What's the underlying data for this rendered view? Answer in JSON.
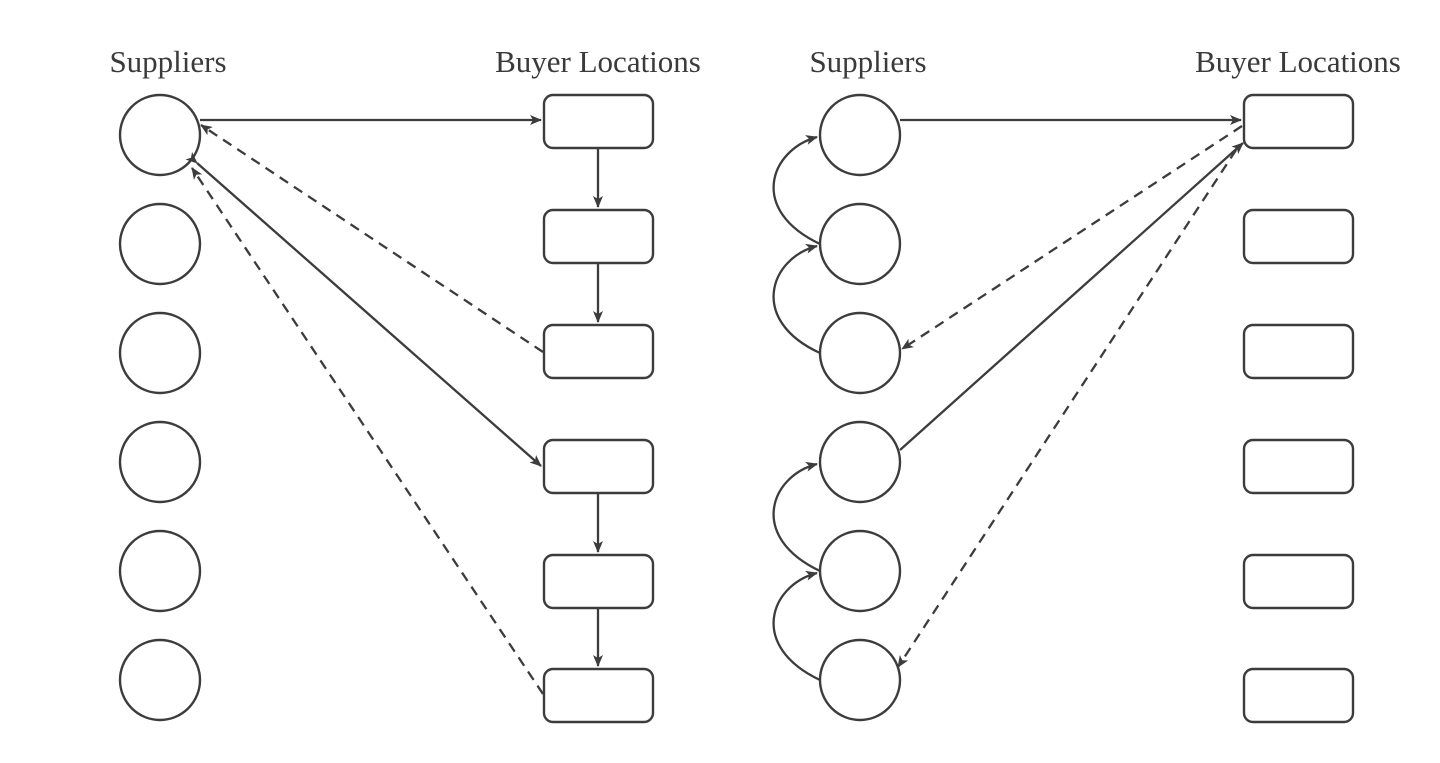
{
  "colors": {
    "stroke": "#3c3c3c",
    "text": "#3a3a3a",
    "background": "#ffffff"
  },
  "left_panel": {
    "suppliers_label": "Suppliers",
    "buyers_label": "Buyer Locations"
  },
  "right_panel": {
    "suppliers_label": "Suppliers",
    "buyers_label": "Buyer Locations"
  }
}
